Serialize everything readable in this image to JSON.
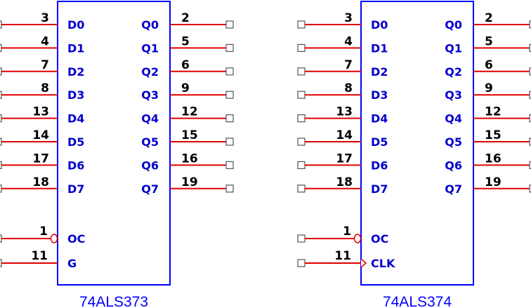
{
  "chips": [
    {
      "part": "74ALS373",
      "inputs": [
        {
          "pin": "3",
          "name": "D0"
        },
        {
          "pin": "4",
          "name": "D1"
        },
        {
          "pin": "7",
          "name": "D2"
        },
        {
          "pin": "8",
          "name": "D3"
        },
        {
          "pin": "13",
          "name": "D4"
        },
        {
          "pin": "14",
          "name": "D5"
        },
        {
          "pin": "17",
          "name": "D6"
        },
        {
          "pin": "18",
          "name": "D7"
        }
      ],
      "outputs": [
        {
          "pin": "2",
          "name": "Q0"
        },
        {
          "pin": "5",
          "name": "Q1"
        },
        {
          "pin": "6",
          "name": "Q2"
        },
        {
          "pin": "9",
          "name": "Q3"
        },
        {
          "pin": "12",
          "name": "Q4"
        },
        {
          "pin": "15",
          "name": "Q5"
        },
        {
          "pin": "16",
          "name": "Q6"
        },
        {
          "pin": "19",
          "name": "Q7"
        }
      ],
      "control": [
        {
          "pin": "1",
          "name": "OC",
          "marker": "inversion-bubble"
        },
        {
          "pin": "11",
          "name": "G",
          "marker": "none"
        }
      ]
    },
    {
      "part": "74ALS374",
      "inputs": [
        {
          "pin": "3",
          "name": "D0"
        },
        {
          "pin": "4",
          "name": "D1"
        },
        {
          "pin": "7",
          "name": "D2"
        },
        {
          "pin": "8",
          "name": "D3"
        },
        {
          "pin": "13",
          "name": "D4"
        },
        {
          "pin": "14",
          "name": "D5"
        },
        {
          "pin": "17",
          "name": "D6"
        },
        {
          "pin": "18",
          "name": "D7"
        }
      ],
      "outputs": [
        {
          "pin": "2",
          "name": "Q0"
        },
        {
          "pin": "5",
          "name": "Q1"
        },
        {
          "pin": "6",
          "name": "Q2"
        },
        {
          "pin": "9",
          "name": "Q3"
        },
        {
          "pin": "12",
          "name": "Q4"
        },
        {
          "pin": "15",
          "name": "Q5"
        },
        {
          "pin": "16",
          "name": "Q6"
        },
        {
          "pin": "19",
          "name": "Q7"
        }
      ],
      "control": [
        {
          "pin": "1",
          "name": "OC",
          "marker": "inversion-bubble"
        },
        {
          "pin": "11",
          "name": "CLK",
          "marker": "clock-wedge"
        }
      ]
    }
  ],
  "colors": {
    "body_outline": "#0000ff",
    "pin_names": "#0000cc",
    "part_label": "#0000ff",
    "wires": "#e00000",
    "pin_numbers": "#000000",
    "pads": "#555555"
  }
}
